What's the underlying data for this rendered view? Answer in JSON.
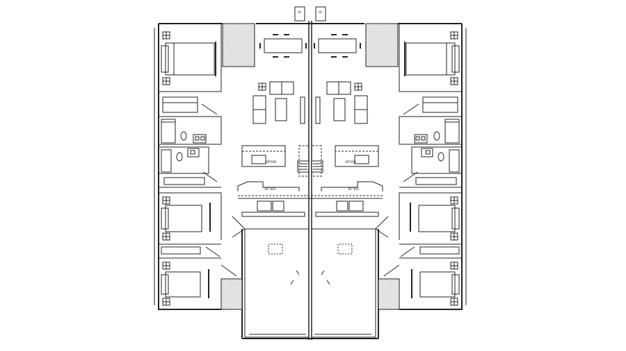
{
  "labels": {
    "ac_left": "AC",
    "ac_right": "AC",
    "option_left": "OPTION",
    "option_right": "OPTION",
    "cabinet_left": "36\" W.D",
    "cabinet_right": "36\" W.D"
  },
  "colors": {
    "line": "#222222",
    "hatch": "#bdbdbd",
    "background": "#ffffff"
  }
}
